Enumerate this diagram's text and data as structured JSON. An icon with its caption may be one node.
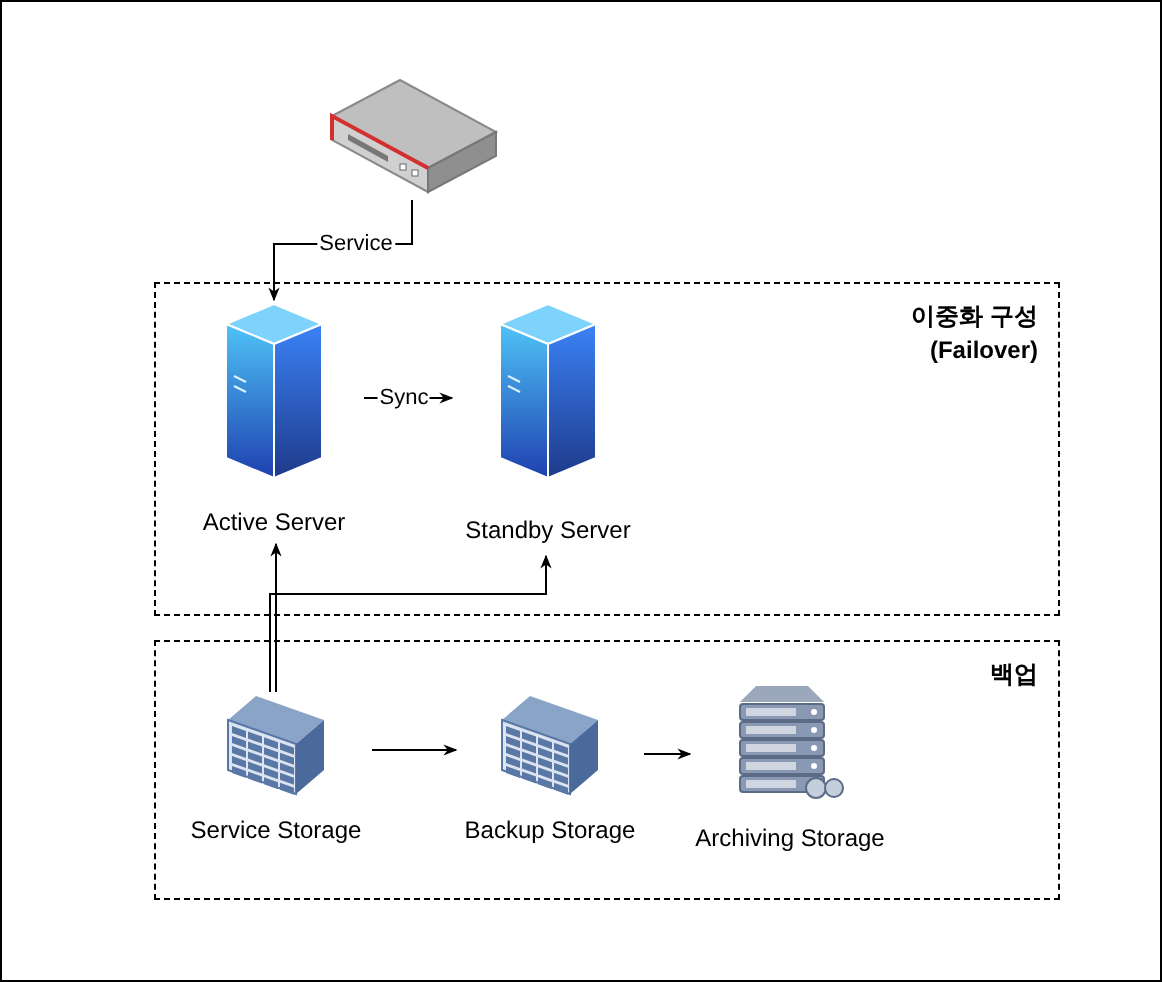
{
  "diagram": {
    "nodes": [
      {
        "text": [
          "이중화 구성 (Failover)"
        ]
      },
      {
        "text": [],
        "shape": "picture"
      },
      {
        "text": [
          "Active Server"
        ],
        "in": 0
      },
      {
        "text": [
          "Standby Server"
        ],
        "in": 0
      },
      {
        "text": [
          "백업"
        ]
      },
      {
        "text": [
          "Service Storage"
        ],
        "in": 4
      },
      {
        "text": [
          "Backup Storage"
        ],
        "in": 4
      },
      {
        "text": [
          "Archiving Storage"
        ],
        "in": 4
      }
    ],
    "edges": [
      {
        "from": 1,
        "to": 2,
        "arrow": "to",
        "label": "Service"
      },
      {
        "from": 2,
        "to": 3,
        "arrow": "to",
        "label": "Sync"
      },
      {
        "from": 5,
        "to": 2,
        "arrow": "to"
      },
      {
        "from": 5,
        "to": 3,
        "arrow": "to"
      },
      {
        "from": 5,
        "to": 6,
        "arrow": "to"
      },
      {
        "from": 6,
        "to": 7,
        "arrow": "to"
      }
    ]
  }
}
